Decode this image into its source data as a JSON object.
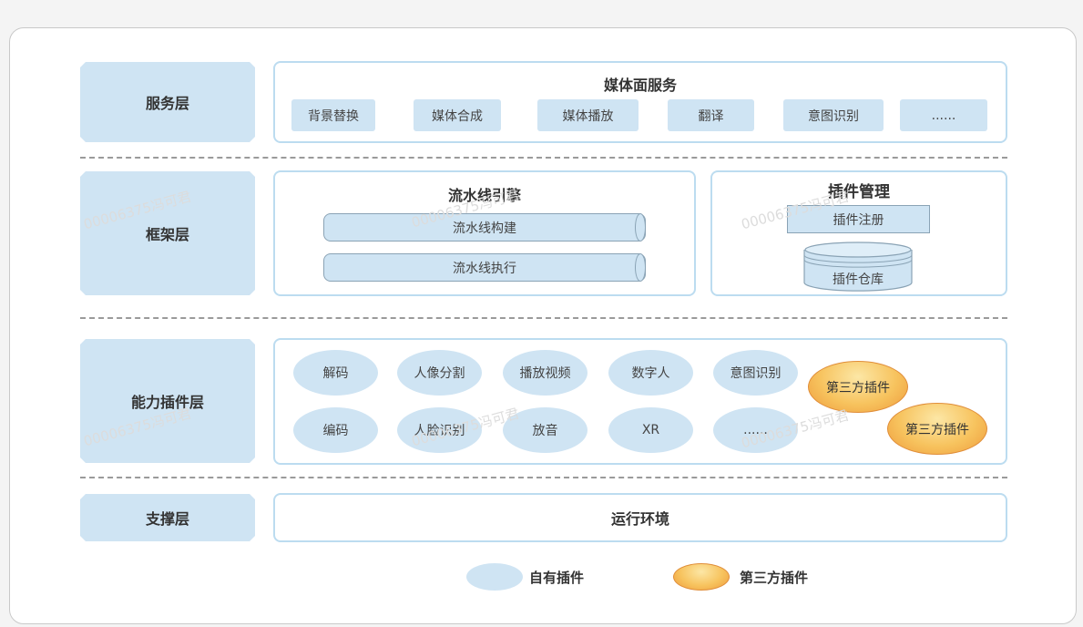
{
  "service_layer": {
    "label": "服务层",
    "panel_title": "媒体面服务",
    "items": [
      "背景替换",
      "媒体合成",
      "媒体播放",
      "翻译",
      "意图识别",
      "......"
    ]
  },
  "framework_layer": {
    "label": "框架层",
    "pipeline": {
      "title": "流水线引擎",
      "build": "流水线构建",
      "execute": "流水线执行"
    },
    "plugin_mgmt": {
      "title": "插件管理",
      "register": "插件注册",
      "repository": "插件仓库"
    }
  },
  "capability_layer": {
    "label": "能力插件层",
    "own_plugins_row1": [
      "解码",
      "人像分割",
      "播放视频",
      "数字人",
      "意图识别"
    ],
    "own_plugins_row2": [
      "编码",
      "人脸识别",
      "放音",
      "XR",
      "......"
    ],
    "third_party": [
      "第三方插件",
      "第三方插件"
    ]
  },
  "support_layer": {
    "label": "支撑层",
    "panel_title": "运行环境"
  },
  "legend": {
    "own": "自有插件",
    "third_party": "第三方插件"
  },
  "watermark": "00006375冯可君",
  "colors": {
    "layer_fill": "#cfe4f3",
    "panel_border": "#bcdcf0",
    "third_party_fill": "#f7c35e"
  }
}
